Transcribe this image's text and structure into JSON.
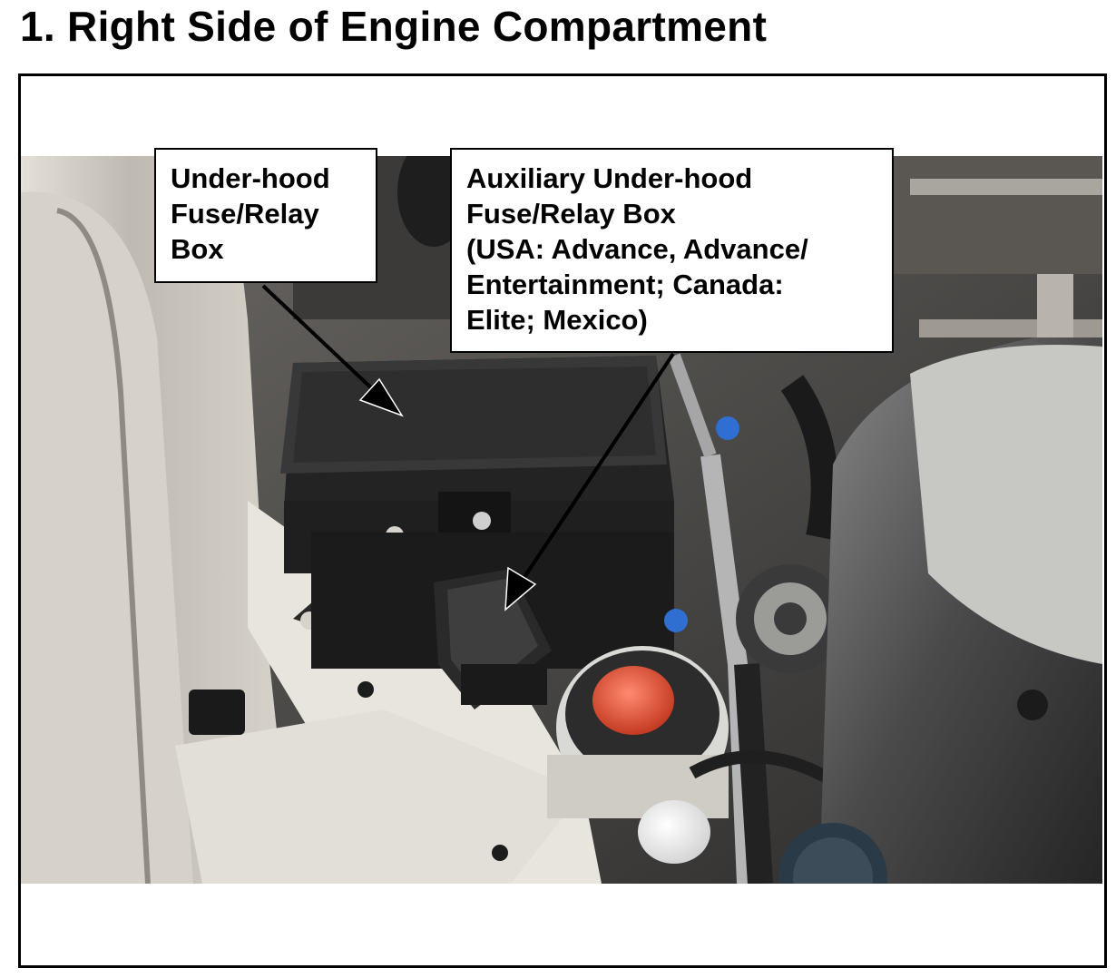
{
  "title": "1.  Right Side of Engine Compartment",
  "callouts": [
    {
      "text": "Under-hood\nFuse/Relay\nBox"
    },
    {
      "text": "Auxiliary Under-hood\nFuse/Relay Box\n(USA: Advance, Advance/\nEntertainment; Canada:\nElite; Mexico)"
    }
  ]
}
